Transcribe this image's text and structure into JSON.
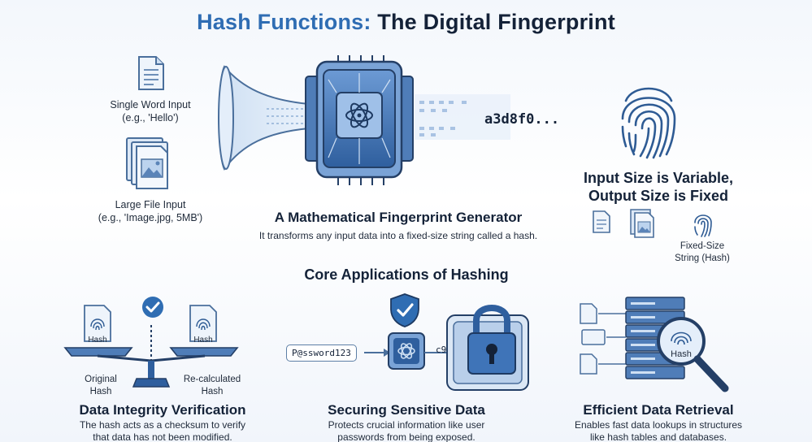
{
  "title": {
    "part1": "Hash Functions:",
    "part2": "The Digital Fingerprint"
  },
  "inputs": {
    "single_word": {
      "line1": "Single Word Input",
      "line2": "(e.g., 'Hello')"
    },
    "large_file": {
      "line1": "Large File Input",
      "line2": "(e.g., 'Image.jpg, 5MB')"
    }
  },
  "generator": {
    "output_hash": "a3d8f0...",
    "heading": "A Mathematical Fingerprint Generator",
    "description": "It transforms any input data into a fixed-size string called a hash."
  },
  "size_note": {
    "heading_line1": "Input Size is Variable,",
    "heading_line2": "Output Size is Fixed",
    "fixed_label_line1": "Fixed-Size",
    "fixed_label_line2": "String (Hash)"
  },
  "applications": {
    "heading": "Core Applications of Hashing",
    "integrity": {
      "doc_label_left": "Hash",
      "doc_label_right": "Hash",
      "original_line1": "Original",
      "original_line2": "Hash",
      "recalc_line1": "Re-calculated",
      "recalc_line2": "Hash",
      "heading": "Data Integrity Verification",
      "desc_line1": "The hash acts as a checksum to verify",
      "desc_line2": "that data has not been modified."
    },
    "security": {
      "password": "P@ssword123",
      "hash": "c9e2b7...",
      "heading": "Securing Sensitive Data",
      "desc_line1": "Protects crucial information like user",
      "desc_line2": "passwords from being exposed."
    },
    "retrieval": {
      "magnifier_label": "Hash",
      "heading": "Efficient Data Retrieval",
      "desc_line1": "Enables fast data lookups in structures",
      "desc_line2": "like hash tables and databases."
    }
  },
  "colors": {
    "accent_blue": "#2f6db3",
    "dark_navy": "#142238",
    "chip_blue": "#3f74b8",
    "light_blue": "#cfe0f3"
  },
  "icons": [
    "document-icon",
    "image-file-icon",
    "funnel-icon",
    "processor-chip-icon",
    "fingerprint-icon",
    "checkmark-icon",
    "scale-icon",
    "shield-check-icon",
    "padlock-icon",
    "server-stack-icon",
    "magnifier-icon"
  ]
}
